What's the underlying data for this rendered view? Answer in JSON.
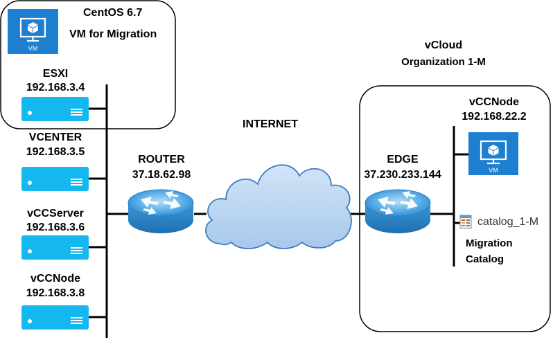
{
  "left_group": {
    "title_line1": "CentOS 6.7",
    "title_line2": "VM for Migration",
    "vm_icon_label": "VM"
  },
  "left_hosts": [
    {
      "name": "ESXI",
      "ip": "192.168.3.4"
    },
    {
      "name": "VCENTER",
      "ip": "192.168.3.5"
    },
    {
      "name": "vCCServer",
      "ip": "192.168.3.6"
    },
    {
      "name": "vCCNode",
      "ip": "192.168.3.8"
    }
  ],
  "router": {
    "name": "ROUTER",
    "ip": "37.18.62.98"
  },
  "internet": {
    "label": "INTERNET"
  },
  "cloud_group": {
    "title_line1": "vCloud",
    "title_line2": "Organization 1-M"
  },
  "edge": {
    "name": "EDGE",
    "ip": "37.230.233.144"
  },
  "right_node": {
    "name": "vCCNode",
    "ip": "192.168.22.2",
    "vm_icon_label": "VM"
  },
  "catalog": {
    "item": "catalog_1-M",
    "caption_line1": "Migration",
    "caption_line2": "Catalog"
  },
  "colors": {
    "vm_icon": "#1e7fd1",
    "server": "#15b8ee",
    "router_blue": "#2f95d6",
    "cloud_fill": "#b9d3f0",
    "cloud_stroke": "#3d7bc4"
  }
}
